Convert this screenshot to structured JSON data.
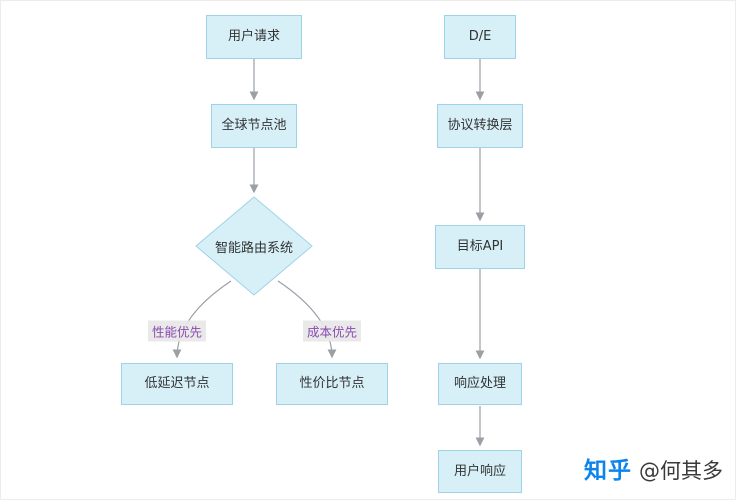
{
  "diagram": {
    "left_flow": {
      "node_user_request": "用户请求",
      "node_global_node_pool": "全球节点池",
      "node_smart_routing": "智能路由系统",
      "edge_performance_priority": "性能优先",
      "edge_cost_priority": "成本优先",
      "node_low_latency": "低延迟节点",
      "node_cost_effective": "性价比节点"
    },
    "right_flow": {
      "node_de": "D/E",
      "node_protocol_layer": "协议转换层",
      "node_target_api": "目标API",
      "node_response_processing": "响应处理",
      "node_user_response": "用户响应"
    }
  },
  "watermark": {
    "brand": "知乎",
    "author": "@何其多"
  },
  "colors": {
    "node_fill": "#d7f0f8",
    "node_border": "#9ed2e6",
    "edge_label_text": "#8a4baf",
    "edge_label_background": "#e8e8e8",
    "arrow": "#9aa0a6",
    "zhihu_blue": "#0b84ee"
  }
}
